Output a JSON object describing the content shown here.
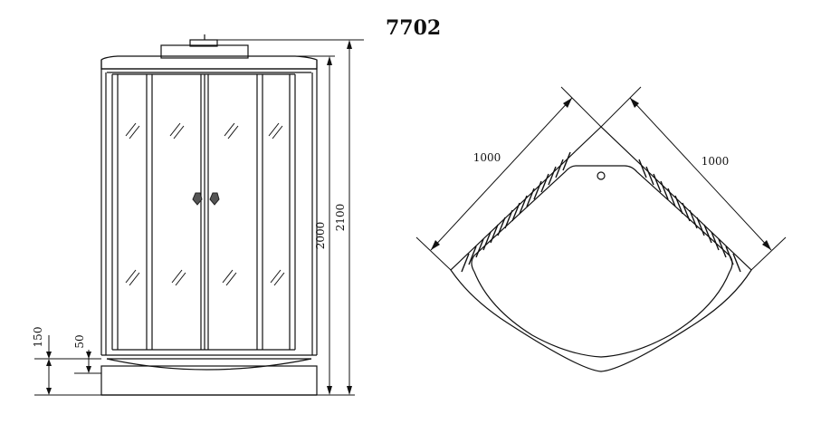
{
  "title": "7702",
  "front_view": {
    "height_cabin": "2000",
    "height_total": "2100",
    "tray_height": "150",
    "tray_step": "50"
  },
  "plan_view": {
    "width_left": "1000",
    "width_right": "1000"
  },
  "colors": {
    "line": "#111111",
    "handle": "#555555",
    "background": "#ffffff"
  }
}
